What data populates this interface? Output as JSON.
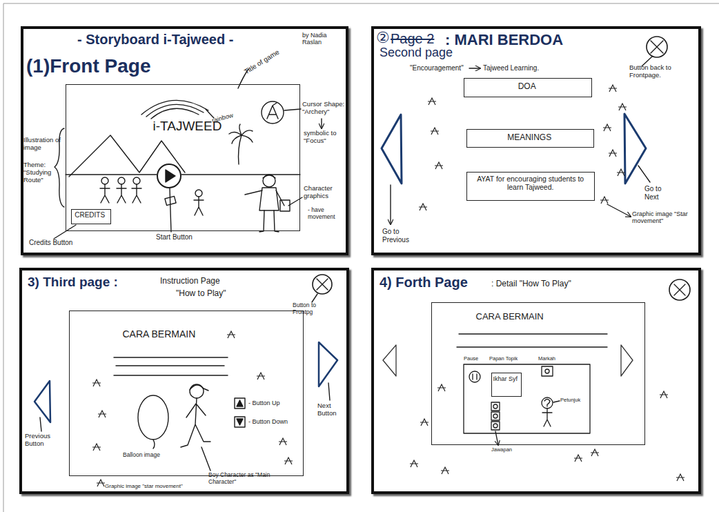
{
  "diagram": {
    "title": "- Storyboard i-Tajweed -",
    "nodes": [
      {
        "text": [
          "(1)Front Page"
        ]
      },
      {
        "text": [
          "i-TAJWEED"
        ],
        "in": 0
      },
      {
        "text": [
          "CREDITS"
        ],
        "in": 1
      },
      {
        "text": [
          ": MARI BERDOA"
        ]
      },
      {
        "text": [
          "DOA"
        ],
        "in": 3
      },
      {
        "text": [
          "MEANINGS"
        ],
        "in": 3
      },
      {
        "text": [
          "AYAT for encouraging students to learn Tajweed."
        ],
        "in": 3
      },
      {
        "text": [
          "3) Third page :"
        ]
      },
      {
        "text": [
          "CARA BERMAIN"
        ],
        "in": 7
      },
      {
        "text": [
          "4) Forth Page"
        ]
      },
      {
        "text": [
          "CARA BERMAIN"
        ],
        "in": 9
      },
      {
        "text": [
          "Ikhar Syf"
        ],
        "in": 10
      }
    ],
    "labels": [
      "by Nadia Raslan",
      "Title of game",
      "rainbow",
      "Cursor Shape: \"Archery\"",
      "symbolic to \"Focus\"",
      "Illustration of image",
      "Theme: \"Studying Route\"",
      "Character graphics",
      "- have movement",
      "Start Button",
      "Credits Button",
      "②",
      "Page 2",
      "Second page",
      "\"Encouragement\"",
      "Tajweed Learning.",
      "Button back to Frontpage.",
      "Go to Previous",
      "Go to Next",
      "Graphic image \"Star movement\"",
      "Instruction Page",
      "\"How to Play\"",
      "Button to Frontpg",
      "- Button Up",
      "- Button Down",
      "Previous Button",
      "Next Button",
      "Balloon image",
      "Boy Character as \"Main Character\"",
      "Graphic image \"star movement\"",
      ": Detail \"How To Play\"",
      "Pause",
      "Papan Topik",
      "Markah",
      "Petunjuk",
      "Jawapan"
    ]
  }
}
